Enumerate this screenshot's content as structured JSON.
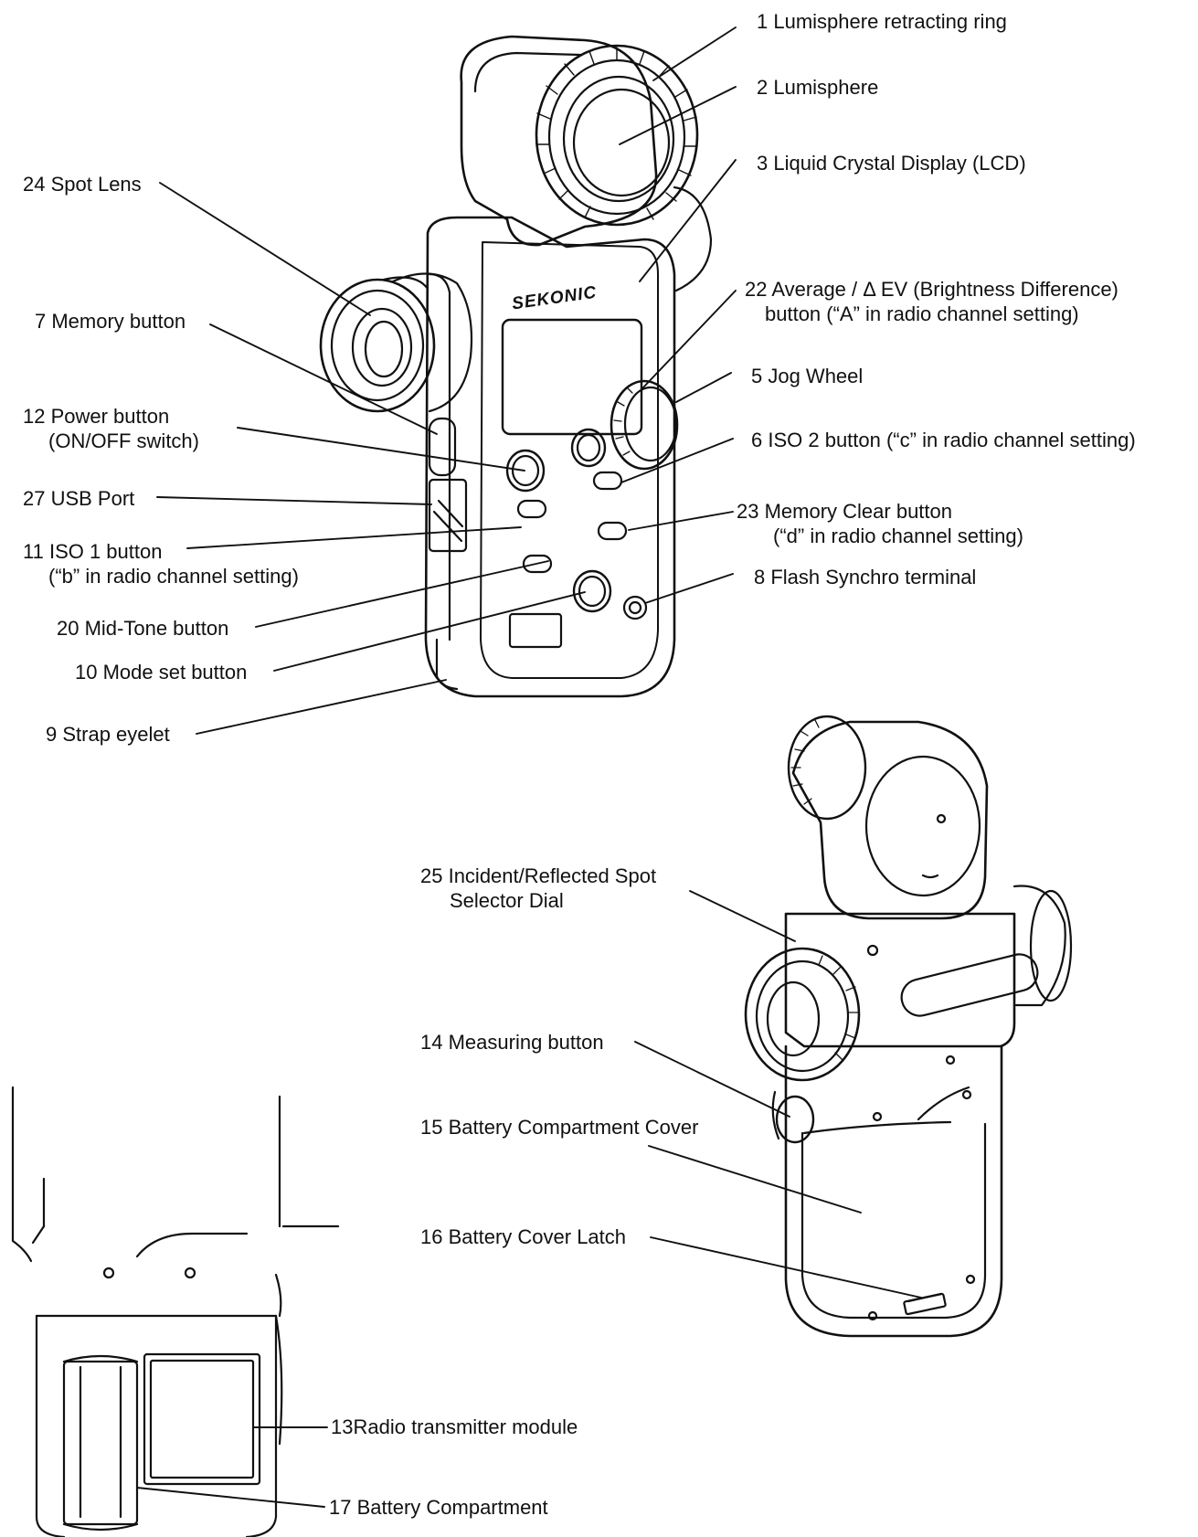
{
  "brand_text": "SEKONIC",
  "labels": {
    "l1": "1 Lumisphere retracting ring",
    "l2": "2 Lumisphere",
    "l3": "3 Liquid Crystal Display (LCD)",
    "l22a": "22 Average / Δ EV (Brightness Difference)",
    "l22b": "button (“A” in radio channel setting)",
    "l5": "5  Jog Wheel",
    "l6": "6  ISO 2 button (“c” in radio channel setting)",
    "l23a": "23  Memory Clear button",
    "l23b": "(“d” in radio channel setting)",
    "l8": "8  Flash Synchro terminal",
    "l24": "24 Spot Lens",
    "l7": "7  Memory button",
    "l12a": "12 Power button",
    "l12b": "(ON/OFF switch)",
    "l27": "27 USB Port",
    "l11a": "11 ISO 1 button",
    "l11b": "(“b” in radio channel setting)",
    "l20": "20 Mid-Tone button",
    "l10": "10 Mode set button",
    "l9": "9 Strap eyelet",
    "l25a": "25 Incident/Reflected Spot",
    "l25b": "Selector Dial",
    "l14": "14  Measuring button",
    "l15": "15  Battery Compartment Cover",
    "l16": "16  Battery Cover Latch",
    "l13": "13Radio transmitter module",
    "l17": "17 Battery Compartment"
  },
  "colors": {
    "ink": "#111111",
    "background": "#ffffff"
  }
}
